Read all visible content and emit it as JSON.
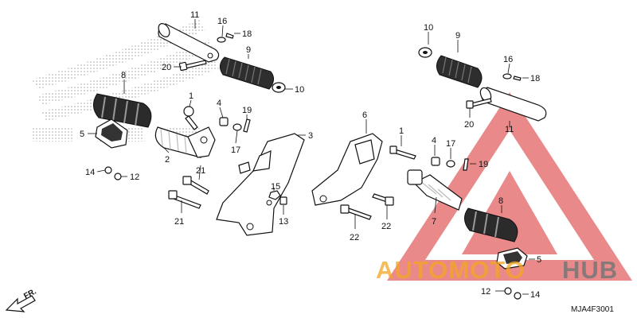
{
  "diagram": {
    "code": "MJA4F3001",
    "direction_label": "FR.",
    "labels": {
      "l11a": "11",
      "l16a": "16",
      "l18a": "18",
      "l9a": "9",
      "l20a": "20",
      "l10a": "10",
      "l8a": "8",
      "l1a": "1",
      "l4a": "4",
      "l19a": "19",
      "l3": "3",
      "l5a": "5",
      "l2": "2",
      "l17a": "17",
      "l21a": "21",
      "l14a": "14",
      "l12a": "12",
      "l21b": "21",
      "l15": "15",
      "l13": "13",
      "l6": "6",
      "l22a": "22",
      "l22b": "22",
      "l10b": "10",
      "l9b": "9",
      "l16b": "16",
      "l18b": "18",
      "l20b": "20",
      "l11b": "11",
      "l1b": "1",
      "l4b": "4",
      "l17b": "17",
      "l19b": "19",
      "l7": "7",
      "l8b": "8",
      "l5b": "5",
      "l12b": "12",
      "l14b": "14"
    }
  },
  "watermark": {
    "text_orange": "AUTOMOTO",
    "text_gray": "HUB",
    "colors": {
      "triangle": "#d82a2a",
      "orange": "#f5a623",
      "gray": "#777777"
    }
  }
}
